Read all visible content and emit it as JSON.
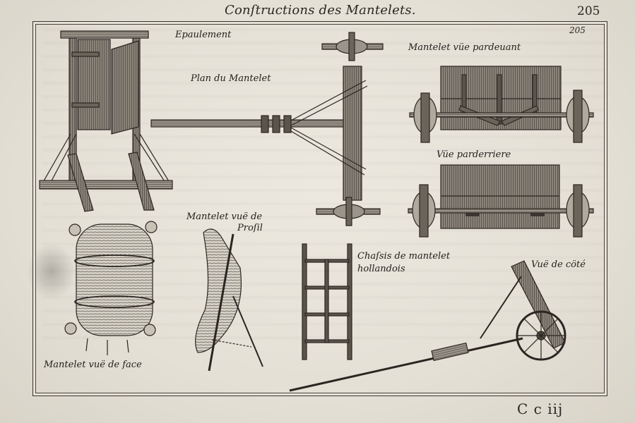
{
  "header": {
    "title": "Conſtructions des Mantelets.",
    "page_number": "205"
  },
  "plate": {
    "plate_number": "205",
    "signature": "C c iij"
  },
  "labels": {
    "epaulement": "Epaulement",
    "plan": "Plan du Mantelet",
    "front_view": "Mantelet vüe pardeuant",
    "rear_view": "Vüe parderriere",
    "profile_line1": "Mantelet vuë de",
    "profile_line2": "Proſil",
    "chassis_line1": "Chaſsis de mantelet",
    "chassis_line2": "hollandois",
    "side_view": "Vuë de cöté",
    "face_view": "Mantelet vuë de face"
  }
}
